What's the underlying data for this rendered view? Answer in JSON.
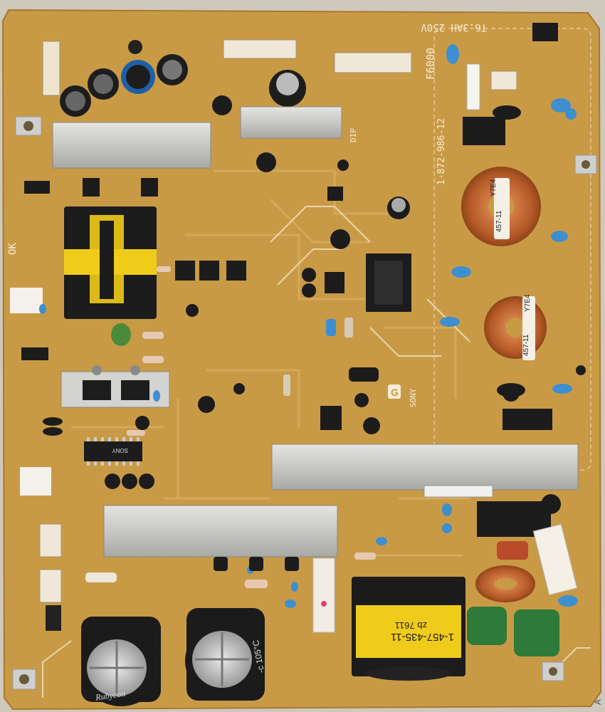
{
  "board": {
    "part_number": "1-872-986-12",
    "fuse_rating": "T6.3AH 250V",
    "fuse_ref": "F6000",
    "brand_silk": "SONY",
    "dip_label": "DIP",
    "ok_mark": "OK",
    "logo_letter": "G"
  },
  "transformer_main": {
    "line1": "1-457-435-11",
    "line2": "zb 7611"
  },
  "toroids": {
    "code": "Y7E4",
    "part": "457-11"
  },
  "ic": {
    "label": "SONY"
  },
  "capacitor_brand": "Rubycon",
  "capacitor_spec": "-c 105°C",
  "side_letter": "A",
  "colors": {
    "pcb": "#c99a45",
    "pcb_light": "#d7ab58",
    "silk": "#f6ecd8",
    "heatsink": "#c9c9c6",
    "copper": "#c46b35",
    "transformer_yellow": "#f0cc1a",
    "cap_blue": "#3d8fcf",
    "cap_green": "#2e7a3a"
  },
  "icons": [
    "heatsink",
    "electrolytic-capacitor",
    "toroid-coil",
    "transformer",
    "connector",
    "ic-chip"
  ]
}
